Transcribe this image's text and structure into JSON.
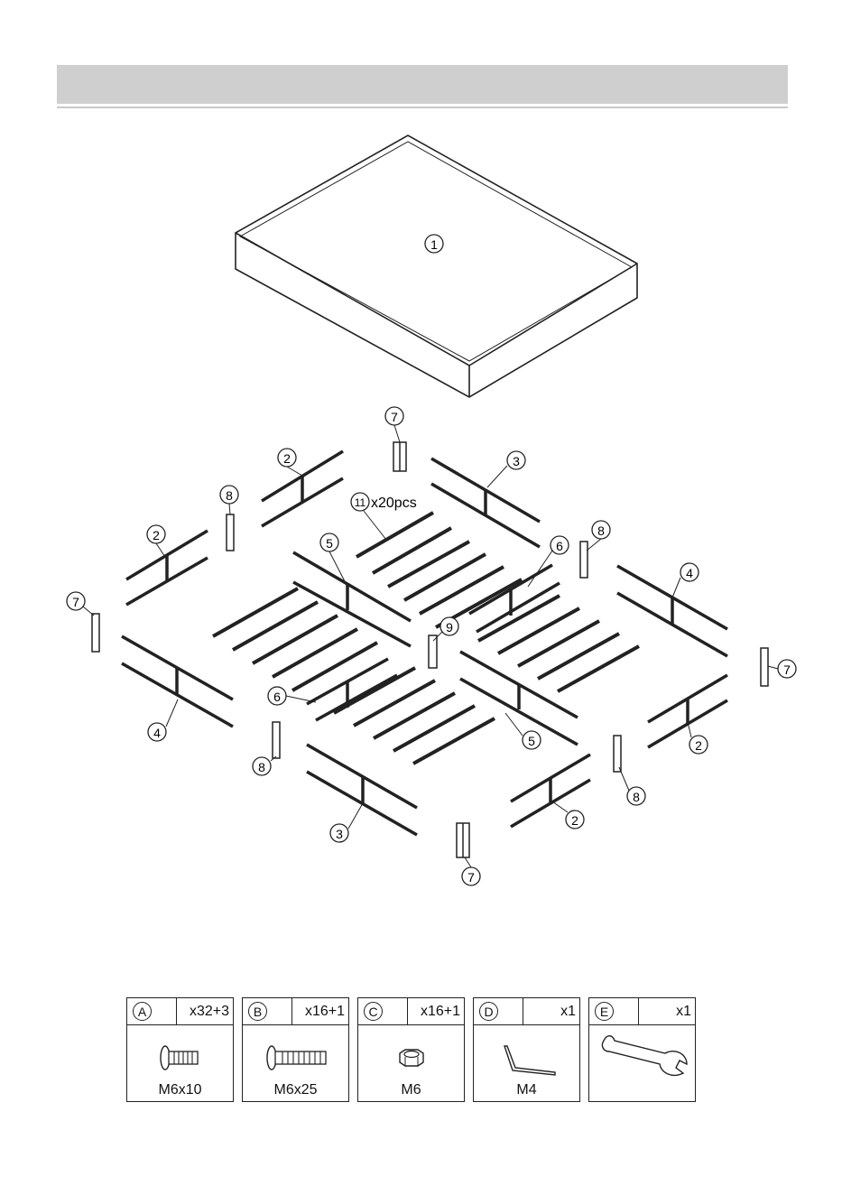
{
  "header": {
    "title": ""
  },
  "parts": {
    "p1": "1",
    "p2": "2",
    "p3": "3",
    "p4": "4",
    "p5": "5",
    "p6": "6",
    "p7": "7",
    "p8": "8",
    "p9": "9",
    "p11": "11",
    "slat_qty": "x20pcs"
  },
  "hardware": [
    {
      "letter": "A",
      "qty": "x32+3",
      "size": "M6x10",
      "icon": "short-bolt-icon"
    },
    {
      "letter": "B",
      "qty": "x16+1",
      "size": "M6x25",
      "icon": "long-bolt-icon"
    },
    {
      "letter": "C",
      "qty": "x16+1",
      "size": "M6",
      "icon": "hex-nut-icon"
    },
    {
      "letter": "D",
      "qty": "x1",
      "size": "M4",
      "icon": "allen-key-icon"
    },
    {
      "letter": "E",
      "qty": "x1",
      "size": "",
      "icon": "wrench-icon"
    }
  ]
}
